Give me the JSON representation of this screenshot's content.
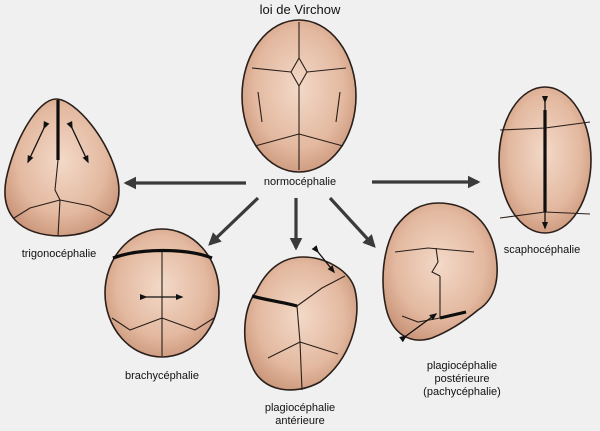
{
  "title": "loi de Virchow",
  "center_label": "normocéphalie",
  "conditions": {
    "trigonocephalie": "trigonocéphalie",
    "scaphocephalie": "scaphocéphalie",
    "brachycephalie": "brachycéphalie",
    "plagio_anterieure": [
      "plagiocéphalie",
      "antérieure"
    ],
    "plagio_posterieure": [
      "plagiocéphalie",
      "postérieure",
      "(pachycéphalie)"
    ]
  },
  "colors": {
    "background": "#f0f0f0",
    "skull_light": "#f3d9c8",
    "skull_dark": "#c99478",
    "arrow": "#3a3a3a"
  }
}
